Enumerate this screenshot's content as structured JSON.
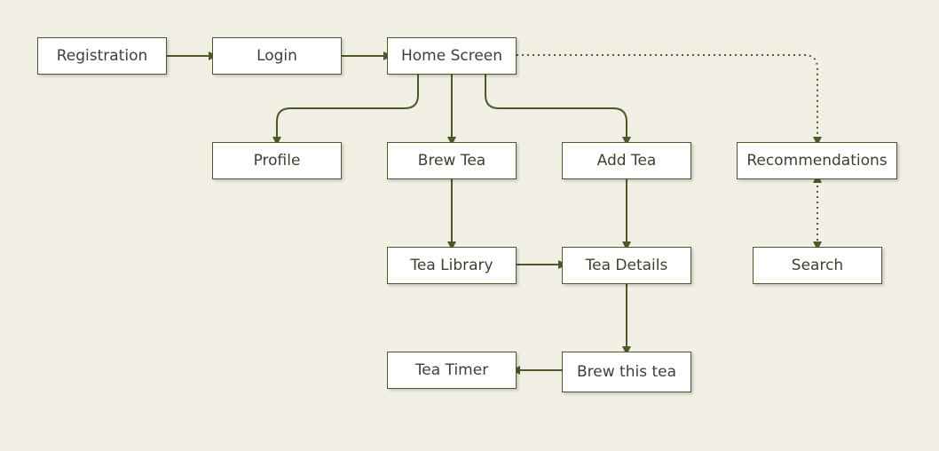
{
  "colors": {
    "background": "#f2f0e4",
    "node_fill": "#ffffff",
    "node_border": "#4a5a2a",
    "edge": "#4a5a2a",
    "text": "#3b4232"
  },
  "nodes": {
    "registration": "Registration",
    "login": "Login",
    "home": "Home Screen",
    "profile": "Profile",
    "brew_tea": "Brew Tea",
    "add_tea": "Add Tea",
    "recommendations": "Recommendations",
    "tea_library": "Tea Library",
    "tea_details": "Tea Details",
    "search": "Search",
    "tea_timer": "Tea Timer",
    "brew_this_tea": "Brew this tea"
  },
  "edges": [
    {
      "from": "registration",
      "to": "login",
      "style": "solid"
    },
    {
      "from": "login",
      "to": "home",
      "style": "solid"
    },
    {
      "from": "home",
      "to": "profile",
      "style": "solid"
    },
    {
      "from": "home",
      "to": "brew_tea",
      "style": "solid"
    },
    {
      "from": "home",
      "to": "add_tea",
      "style": "solid"
    },
    {
      "from": "home",
      "to": "recommendations",
      "style": "dotted"
    },
    {
      "from": "brew_tea",
      "to": "tea_library",
      "style": "solid"
    },
    {
      "from": "tea_library",
      "to": "tea_details",
      "style": "solid"
    },
    {
      "from": "add_tea",
      "to": "tea_details",
      "style": "solid"
    },
    {
      "from": "tea_details",
      "to": "brew_this_tea",
      "style": "solid"
    },
    {
      "from": "brew_this_tea",
      "to": "tea_timer",
      "style": "solid"
    },
    {
      "from": "recommendations",
      "to": "search",
      "style": "dotted-bidirectional"
    }
  ]
}
